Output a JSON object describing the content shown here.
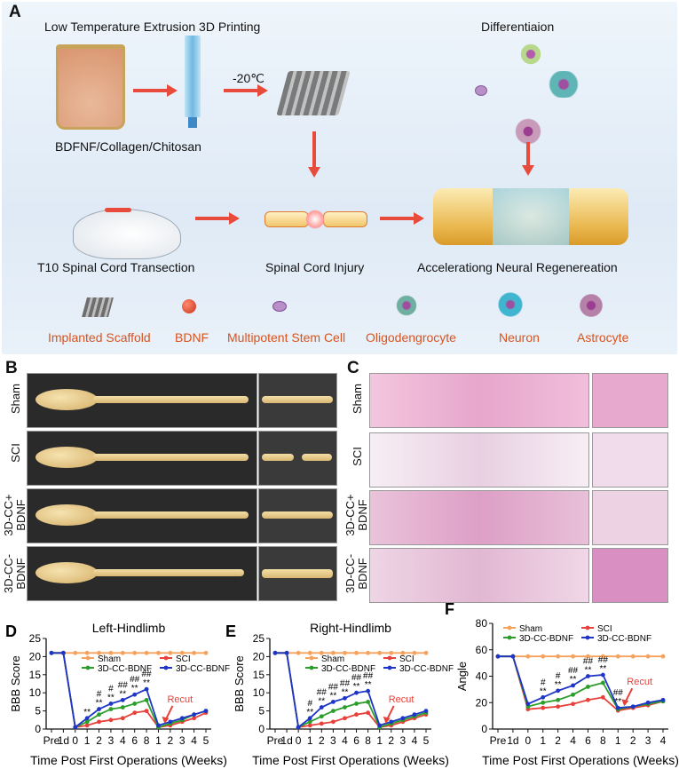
{
  "panelA": {
    "label": "A",
    "title": "Low Temperature Extrusion 3D Printing",
    "material": "BDFNF/Collagen/Chitosan",
    "temperature": "-20℃",
    "differentiation": "Differentiaion",
    "transection": "T10 Spinal Cord Transection",
    "injury": "Spinal Cord Injury",
    "regeneration": "Accelerationg Neural Regenereation",
    "legend": [
      "Implanted Scaffold",
      "BDNF",
      "Multipotent Stem Cell",
      "Oligodengrocyte",
      "Neuron",
      "Astrocyte"
    ]
  },
  "panelB": {
    "label": "B",
    "rows": [
      "Sham",
      "SCI",
      "3D-CC+\nBDNF",
      "3D-CC-\nBDNF"
    ]
  },
  "panelC": {
    "label": "C",
    "rows": [
      "Sham",
      "SCI",
      "3D-CC+\nBDNF",
      "3D-CC-\nBDNF"
    ]
  },
  "colors": {
    "sham": "#f5a25d",
    "sci": "#e8403a",
    "plus": "#2a9d2a",
    "minus": "#1f35c8",
    "accent": "#d9531e"
  },
  "chart_data": [
    {
      "panel": "D",
      "type": "line",
      "title": "Left-Hindlimb",
      "ylabel": "BBB Score",
      "xlabel": "Time Post First Operations (Weeks)",
      "x": [
        "Pre",
        "1d",
        "0",
        "1",
        "2",
        "3",
        "4",
        "6",
        "8",
        "1",
        "2",
        "3",
        "4",
        "5"
      ],
      "ylim": [
        0,
        25
      ],
      "yticks": [
        0,
        5,
        10,
        15,
        20,
        25
      ],
      "annotation": "Recut",
      "series": [
        {
          "name": "Sham",
          "values": [
            21,
            21,
            21,
            21,
            21,
            21,
            21,
            21,
            21,
            21,
            21,
            21,
            21,
            21
          ]
        },
        {
          "name": "SCI",
          "values": [
            21,
            21,
            0.5,
            1,
            2,
            2.5,
            3,
            4.5,
            5,
            0.5,
            1,
            2,
            3,
            4.5
          ]
        },
        {
          "name": "3D-CC-BDNF",
          "values": [
            21,
            21,
            0.5,
            2,
            4,
            5.5,
            6,
            7,
            8,
            0.5,
            1.5,
            2.5,
            4,
            5
          ]
        },
        {
          "name": "3D-CC-BDNF",
          "values": [
            21,
            21,
            0.5,
            3,
            5.5,
            7,
            8,
            9.5,
            11,
            1,
            2,
            3,
            4,
            5
          ]
        }
      ],
      "sig_upper": [
        "#",
        "#",
        "##",
        "##",
        "##"
      ],
      "sig_lower": [
        "**",
        "**",
        "**",
        "**",
        "**",
        "**"
      ]
    },
    {
      "panel": "E",
      "type": "line",
      "title": "Right-Hindlimb",
      "ylabel": "BBB Score",
      "xlabel": "Time Post First Operations (Weeks)",
      "x": [
        "Pre",
        "1d",
        "0",
        "1",
        "2",
        "3",
        "4",
        "6",
        "8",
        "1",
        "2",
        "3",
        "4",
        "5"
      ],
      "ylim": [
        0,
        25
      ],
      "yticks": [
        0,
        5,
        10,
        15,
        20,
        25
      ],
      "annotation": "Recut",
      "series": [
        {
          "name": "Sham",
          "values": [
            21,
            21,
            21,
            21,
            21,
            21,
            21,
            21,
            21,
            21,
            21,
            21,
            21,
            21
          ]
        },
        {
          "name": "SCI",
          "values": [
            21,
            21,
            0.5,
            1,
            1.5,
            2,
            3,
            4,
            4.5,
            0.5,
            1,
            2,
            3,
            4
          ]
        },
        {
          "name": "3D-CC-BDNF",
          "values": [
            21,
            21,
            0.5,
            2,
            3.5,
            5,
            6,
            7,
            7.5,
            0.5,
            1.5,
            2.5,
            3.5,
            4.5
          ]
        },
        {
          "name": "3D-CC-BDNF",
          "values": [
            21,
            21,
            0.5,
            3,
            6,
            7.5,
            8.5,
            10,
            10.5,
            1,
            2,
            3,
            4,
            5
          ]
        }
      ],
      "sig_upper": [
        "#",
        "##",
        "##",
        "##",
        "##",
        "##"
      ],
      "sig_lower": [
        "**",
        "**",
        "**",
        "**",
        "**",
        "**"
      ]
    },
    {
      "panel": "F",
      "type": "line",
      "title": "",
      "ylabel": "Angle",
      "xlabel": "Time Post First Operations (Weeks)",
      "x": [
        "Pre",
        "1d",
        "0",
        "1",
        "2",
        "4",
        "6",
        "8",
        "1",
        "2",
        "3",
        "4"
      ],
      "ylim": [
        0,
        80
      ],
      "yticks": [
        0,
        20,
        40,
        60,
        80
      ],
      "annotation": "Recut",
      "series": [
        {
          "name": "Sham",
          "values": [
            55,
            55,
            55,
            55,
            55,
            55,
            55,
            55,
            55,
            55,
            55,
            55
          ]
        },
        {
          "name": "SCI",
          "values": [
            55,
            55,
            15,
            16,
            17,
            19,
            22,
            24,
            14,
            16,
            18,
            21
          ]
        },
        {
          "name": "3D-CC-BDNF",
          "values": [
            55,
            55,
            17,
            20,
            22,
            26,
            32,
            35,
            15,
            17,
            19,
            21
          ]
        },
        {
          "name": "3D-CC-BDNF",
          "values": [
            55,
            55,
            19,
            24,
            29,
            33,
            40,
            41,
            16,
            17,
            20,
            22
          ]
        }
      ],
      "sig_upper": [
        "#",
        "#",
        "##",
        "##",
        "##",
        "##"
      ],
      "sig_lower": [
        "**",
        "**",
        "**",
        "**",
        "**",
        "**"
      ]
    }
  ]
}
